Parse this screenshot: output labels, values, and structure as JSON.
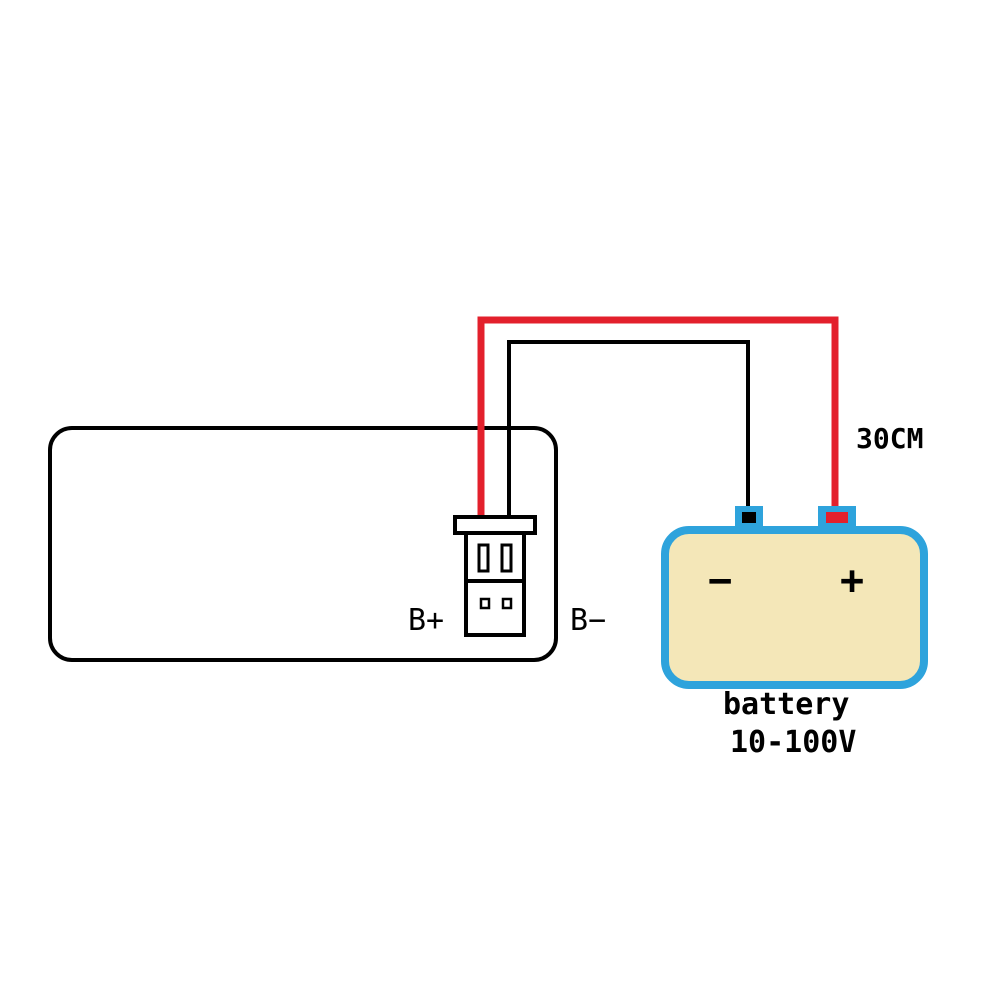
{
  "labels": {
    "b_plus": "B+",
    "b_minus": "B−",
    "cable_length": "30CM",
    "battery_minus": "−",
    "battery_plus": "+",
    "battery_name": "battery",
    "battery_voltage": "10-100V"
  },
  "colors": {
    "red_wire": "#e3202c",
    "black_wire": "#000000",
    "battery_outline": "#2ea3dc",
    "battery_fill": "#f4e7b8",
    "background": "#ffffff"
  }
}
